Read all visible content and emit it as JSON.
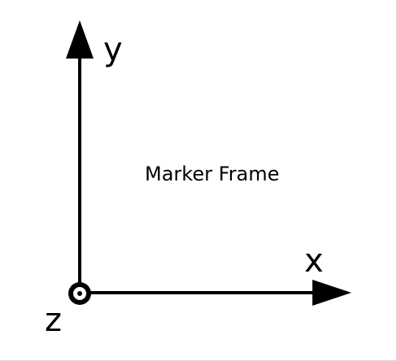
{
  "diagram": {
    "title": "Marker Frame",
    "axes": {
      "x_label": "x",
      "y_label": "y",
      "z_label": "z"
    },
    "colors": {
      "stroke": "#000000",
      "background": "#ffffff"
    }
  }
}
